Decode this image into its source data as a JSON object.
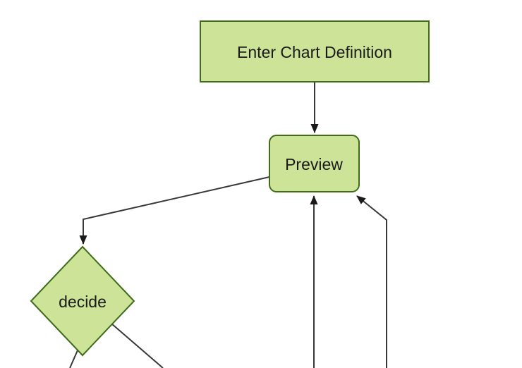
{
  "diagram": {
    "type": "flowchart",
    "direction": "top-down",
    "nodes": [
      {
        "id": "A",
        "label": "Enter Chart Definition",
        "shape": "rectangle"
      },
      {
        "id": "B",
        "label": "Preview",
        "shape": "rounded-rectangle"
      },
      {
        "id": "C",
        "label": "decide",
        "shape": "diamond"
      }
    ],
    "edges": [
      {
        "from": "Enter Chart Definition",
        "to": "Preview",
        "arrowhead": true
      },
      {
        "from": "Preview",
        "to": "decide",
        "arrowhead": true
      },
      {
        "from": "offscreen-bottom",
        "to": "Preview",
        "arrowhead": true
      },
      {
        "from": "offscreen-bottom-right",
        "to": "Preview",
        "arrowhead": true
      },
      {
        "from": "decide",
        "to": "offscreen-bottom-left",
        "arrowhead": false
      },
      {
        "from": "decide",
        "to": "offscreen-bottom-right",
        "arrowhead": false
      }
    ],
    "colors": {
      "background": "#ffffff",
      "node_fill": "#cde498",
      "node_border": "#3f6c1a",
      "edge": "#383838",
      "arrowhead": "#1a1a1a",
      "text": "#1a1a1a"
    }
  }
}
